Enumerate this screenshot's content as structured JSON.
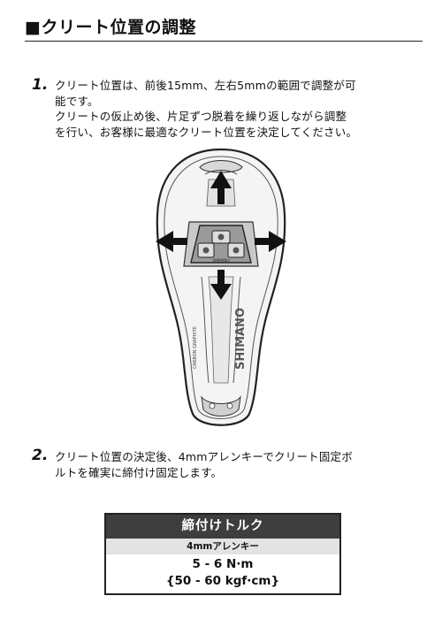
{
  "section": {
    "marker": "■",
    "title": "クリート位置の調整"
  },
  "step1": {
    "number": "1.",
    "lines": [
      "クリート位置は、前後15mm、左右5mmの範囲で調整が可",
      "能です。",
      "クリートの仮止め後、片足ずつ脱着を繰り返しながら調整",
      "を行い、お客様に最適なクリート位置を決定してください。"
    ]
  },
  "illustration": {
    "sole_text_brand": "SHIMANO",
    "sole_text_material": "CARBON GRAPHITE",
    "cleat_text": "SHIMANO",
    "arrow_up_icon": "arrow-up-icon",
    "arrow_down_icon": "arrow-down-icon",
    "arrow_left_icon": "arrow-left-icon",
    "arrow_right_icon": "arrow-right-icon"
  },
  "step2": {
    "number": "2.",
    "lines": [
      "クリート位置の決定後、4mmアレンキーでクリート固定ボ",
      "ルトを確実に締付け固定します。"
    ]
  },
  "torque": {
    "header": "締付けトルク",
    "tool": "4mmアレンキー",
    "value_nm": "5 - 6 N·m",
    "value_kgf": "{50 - 60 kgf·cm}"
  },
  "colors": {
    "header_bg": "#3e3e3e",
    "subheader_bg": "#e3e3e3",
    "text": "#111111"
  }
}
